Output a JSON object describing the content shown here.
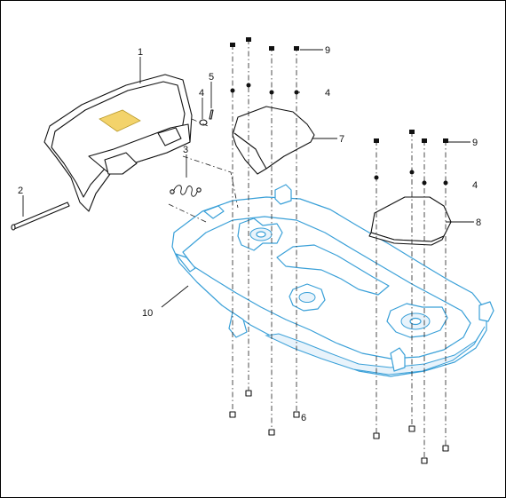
{
  "diagram": {
    "callouts": [
      {
        "id": "callout-1",
        "text": "1"
      },
      {
        "id": "callout-2",
        "text": "2"
      },
      {
        "id": "callout-3",
        "text": "3"
      },
      {
        "id": "callout-4-left",
        "text": "4"
      },
      {
        "id": "callout-5",
        "text": "5"
      },
      {
        "id": "callout-9-top",
        "text": "9"
      },
      {
        "id": "callout-4-top",
        "text": "4"
      },
      {
        "id": "callout-7",
        "text": "7"
      },
      {
        "id": "callout-9-right",
        "text": "9"
      },
      {
        "id": "callout-4-right",
        "text": "4"
      },
      {
        "id": "callout-8",
        "text": "8"
      },
      {
        "id": "callout-10",
        "text": "10"
      },
      {
        "id": "callout-6",
        "text": "6"
      }
    ],
    "colors": {
      "deck": "#3aa0d8",
      "label_area": "#f3d36b",
      "ink": "#111111"
    }
  }
}
